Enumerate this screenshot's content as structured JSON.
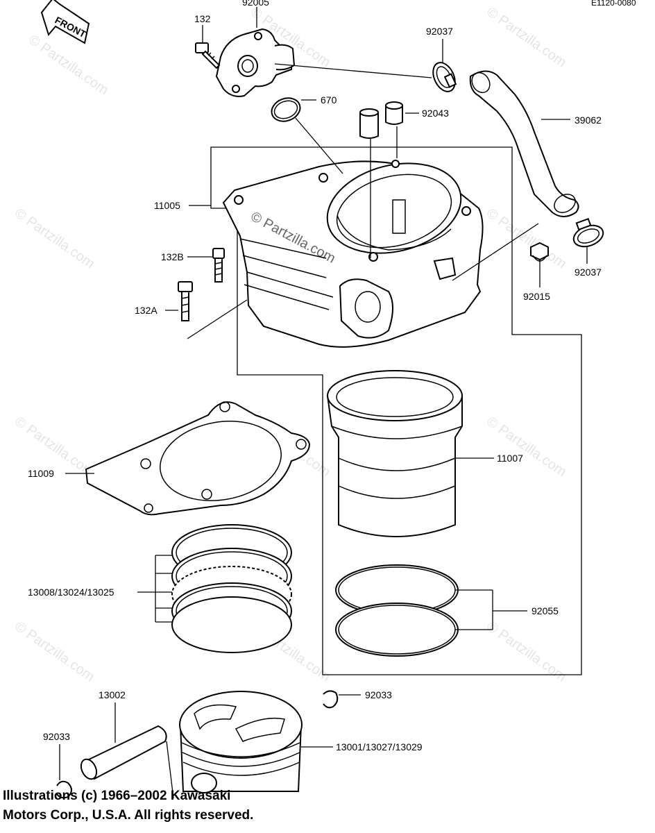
{
  "diagram_code": "E1120-0080",
  "front_label": "FRONT",
  "watermark_text": "© Partzilla.com",
  "center_watermark": "© Partzilla.com",
  "parts": {
    "p92005": "92005",
    "p132": "132",
    "p92037_top": "92037",
    "p670": "670",
    "p92043": "92043",
    "p39062": "39062",
    "p11005": "11005",
    "p132B": "132B",
    "p132A": "132A",
    "p92015": "92015",
    "p92037_right": "92037",
    "p11009": "11009",
    "p11007": "11007",
    "p13008": "13008/13024/13025",
    "p92055": "92055",
    "p13002": "13002",
    "p92033_right": "92033",
    "p92033_left": "92033",
    "p13001": "13001/13027/13029"
  },
  "copyright": {
    "line1": "Illustrations (c) 1966–2002 Kawasaki",
    "line2": "Motors Corp., U.S.A.  All rights reserved."
  }
}
